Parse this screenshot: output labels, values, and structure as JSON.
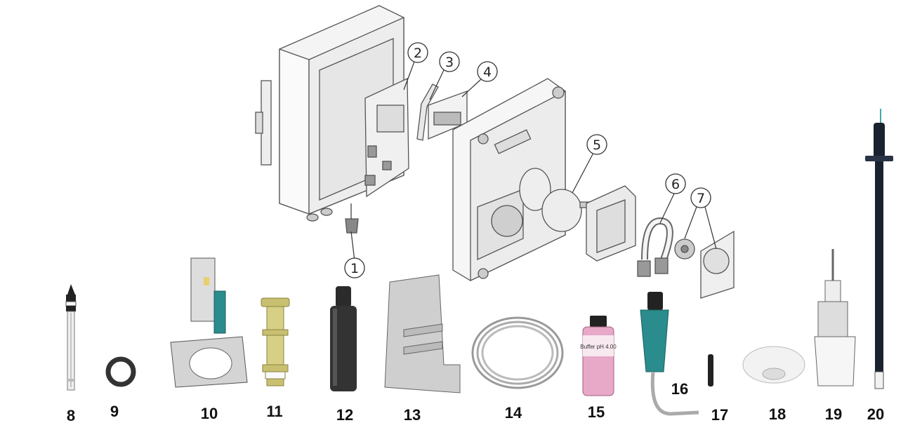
{
  "diagram": {
    "callouts": [
      "1",
      "2",
      "3",
      "4",
      "5",
      "6",
      "7"
    ],
    "bottom_labels": [
      "8",
      "9",
      "10",
      "11",
      "12",
      "13",
      "14",
      "15",
      "16",
      "17",
      "18",
      "19",
      "20"
    ],
    "bottle_label": "Buffer pH 4.00"
  },
  "colors": {
    "outline": "#555555",
    "teal": "#2a8c8c",
    "olive": "#c8c070",
    "pink": "#e8a8c8",
    "dark": "#222222"
  },
  "icons": [
    "ring-icon",
    "tube-coil-icon"
  ]
}
